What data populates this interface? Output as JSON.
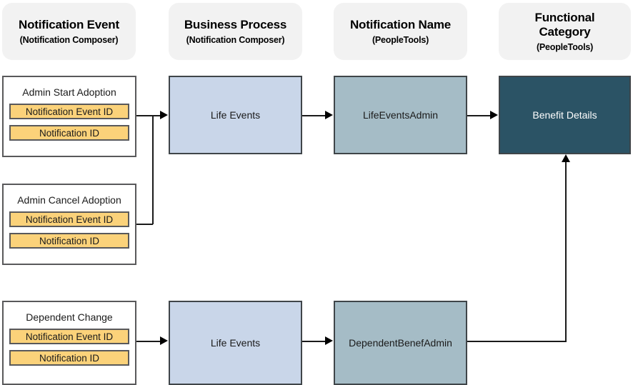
{
  "columns": [
    {
      "title": "Notification Event",
      "subtitle": "(Notification Composer)"
    },
    {
      "title": "Business Process",
      "subtitle": "(Notification Composer)"
    },
    {
      "title": "Notification Name",
      "subtitle": "(PeopleTools)"
    },
    {
      "title": "Functional Category",
      "subtitle": "(PeopleTools)"
    }
  ],
  "events": [
    {
      "title": "Admin Start Adoption",
      "fields": [
        "Notification Event ID",
        "Notification ID"
      ]
    },
    {
      "title": "Admin Cancel Adoption",
      "fields": [
        "Notification Event ID",
        "Notification ID"
      ]
    },
    {
      "title": "Dependent Change",
      "fields": [
        "Notification Event ID",
        "Notification ID"
      ]
    }
  ],
  "processes": [
    {
      "label": "Life Events"
    },
    {
      "label": "Life Events"
    }
  ],
  "notification_names": [
    {
      "label": "LifeEventsAdmin"
    },
    {
      "label": "DependentBenefAdmin"
    }
  ],
  "functional_categories": [
    {
      "label": "Benefit Details"
    }
  ],
  "colors": {
    "header_pill": "#f2f2f2",
    "event_card_bg": "#ffffff",
    "field_chip": "#fbd27a",
    "process_box": "#c9d6e9",
    "notification_box": "#a5bcc6",
    "category_box": "#2b5365",
    "border": "#59595b",
    "connector": "#1a1a1a"
  }
}
